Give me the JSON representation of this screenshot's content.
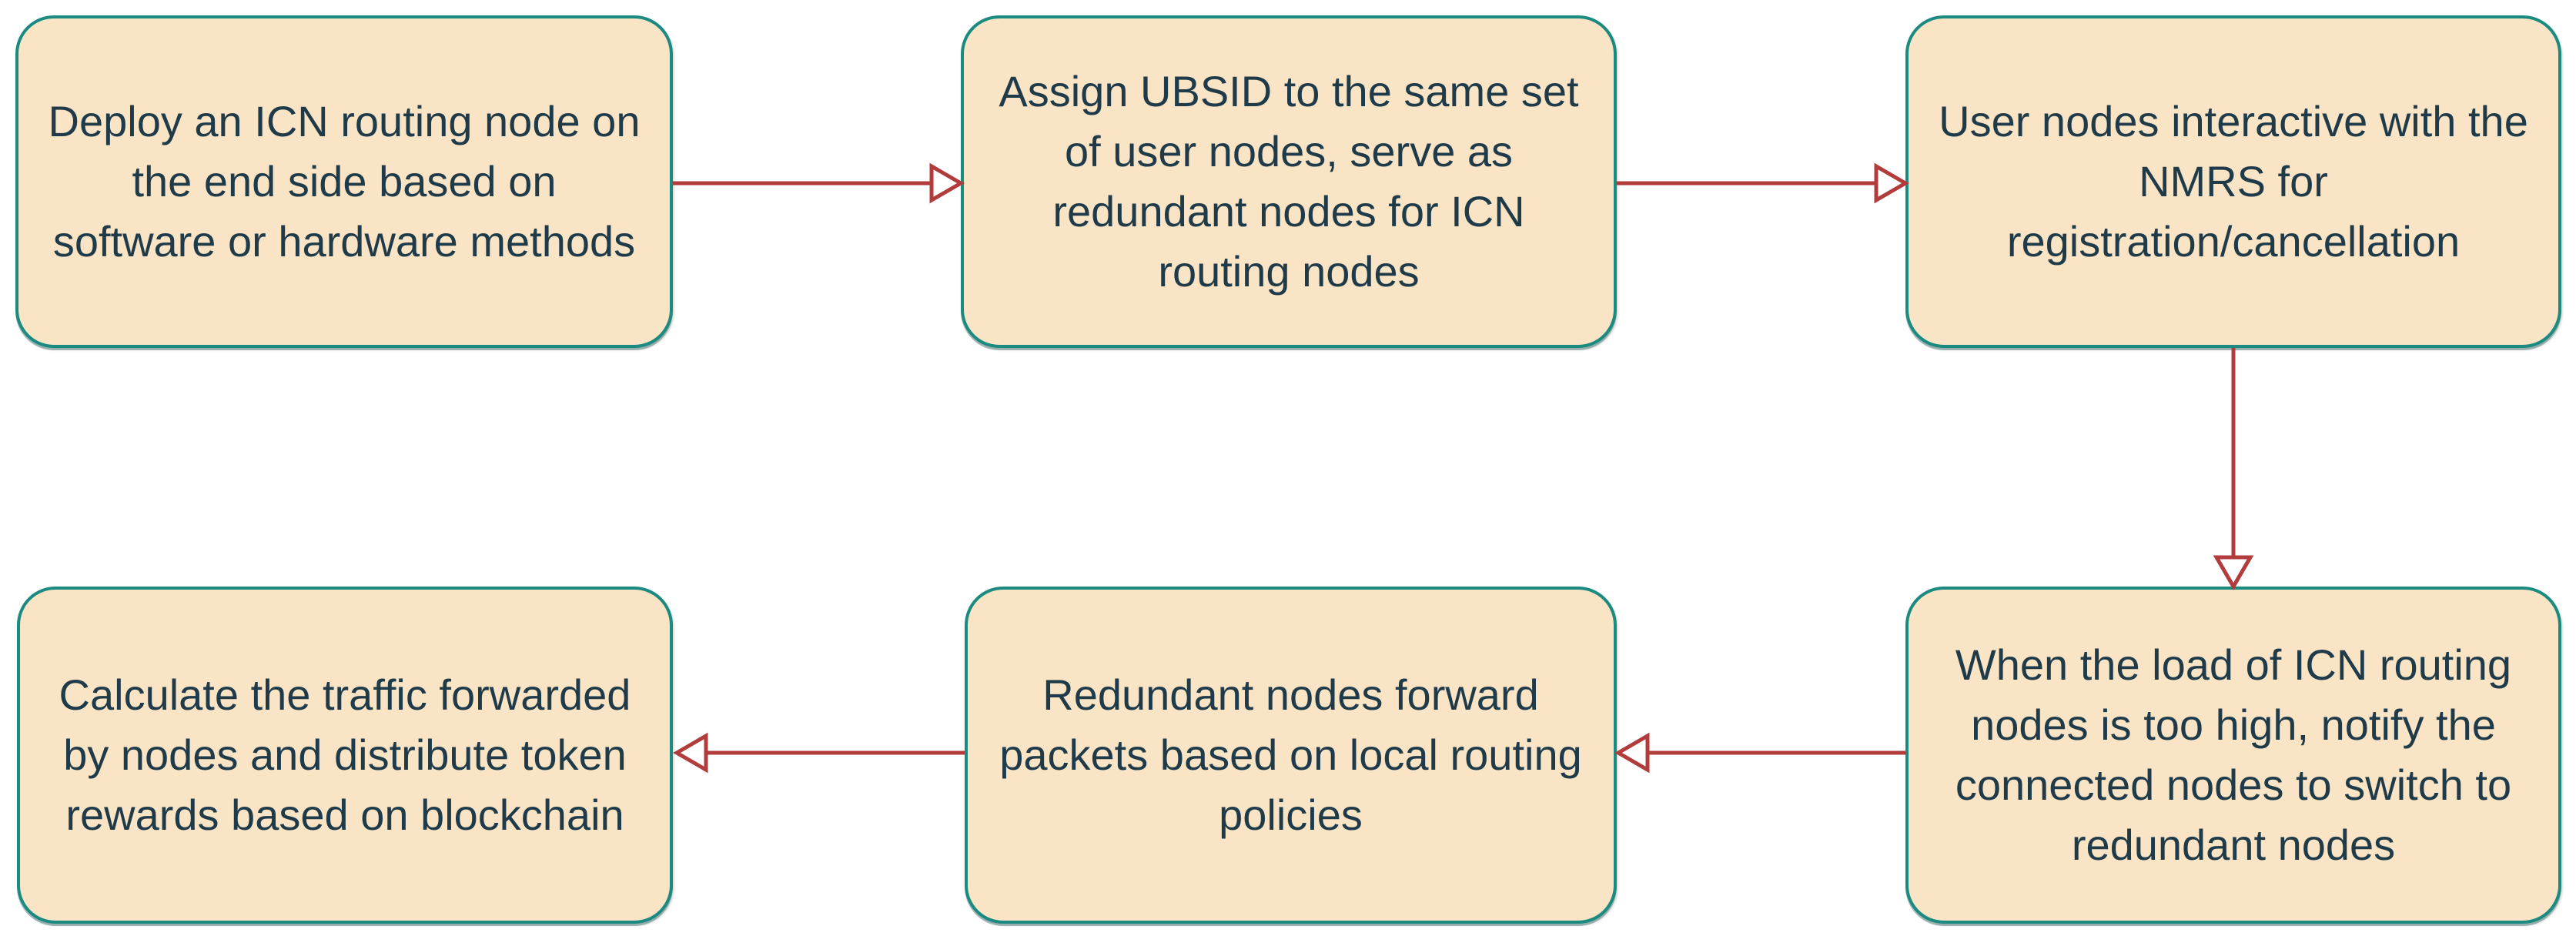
{
  "nodes": [
    {
      "id": "deploy",
      "lines": [
        "Deploy an ICN routing node on",
        "the end side based on",
        "software or hardware methods"
      ]
    },
    {
      "id": "assign",
      "lines": [
        "Assign UBSID to the same set",
        "of user nodes, serve as",
        "redundant nodes for ICN",
        "routing nodes"
      ]
    },
    {
      "id": "interact",
      "lines": [
        "User nodes interactive with the",
        "NMRS for",
        "registration/cancellation"
      ]
    },
    {
      "id": "notify",
      "lines": [
        "When the load of ICN routing",
        "nodes is too high, notify the",
        "connected nodes to switch to",
        "redundant nodes"
      ]
    },
    {
      "id": "forward",
      "lines": [
        "Redundant nodes forward",
        "packets based on local routing",
        "policies"
      ]
    },
    {
      "id": "reward",
      "lines": [
        "Calculate the traffic forwarded",
        "by nodes and distribute token",
        "rewards based on blockchain"
      ]
    }
  ],
  "edges": [
    {
      "from": "deploy",
      "to": "assign",
      "direction": "right"
    },
    {
      "from": "assign",
      "to": "interact",
      "direction": "right"
    },
    {
      "from": "interact",
      "to": "notify",
      "direction": "down"
    },
    {
      "from": "notify",
      "to": "forward",
      "direction": "left"
    },
    {
      "from": "forward",
      "to": "reward",
      "direction": "left"
    }
  ],
  "colors": {
    "background": "#FFFFFF",
    "node_fill": "#F9E4C5",
    "node_border": "#1B8A80",
    "arrow": "#B23C3C",
    "text": "#1F3A49"
  }
}
